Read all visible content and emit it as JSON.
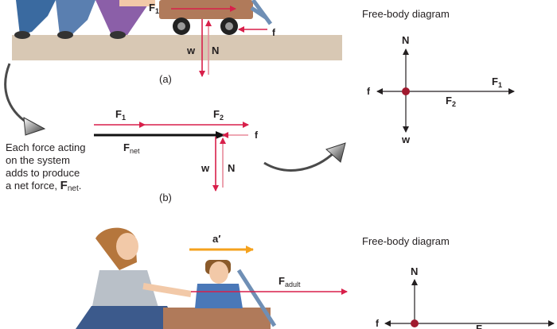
{
  "panel_a": {
    "label": "(a)",
    "forces": {
      "F1": {
        "main": "F",
        "sub": "1"
      },
      "f": "f",
      "w": "w",
      "N": "N"
    }
  },
  "panel_b": {
    "label": "(b)",
    "forces": {
      "F1": {
        "main": "F",
        "sub": "1"
      },
      "F2": {
        "main": "F",
        "sub": "2"
      },
      "Fnet": {
        "main": "F",
        "sub": "net"
      },
      "f": "f",
      "w": "w",
      "N": "N"
    },
    "caption": {
      "lines": [
        "Each force acting",
        "on the system",
        "adds to produce"
      ],
      "last_prefix": "a net force, ",
      "last_symbol": "F",
      "last_sub": "net",
      "last_suffix": "."
    }
  },
  "fbd_top": {
    "title": "Free-body diagram",
    "labels": {
      "N": "N",
      "w": "w",
      "f": "f",
      "F1": {
        "main": "F",
        "sub": "1"
      },
      "F2": {
        "main": "F",
        "sub": "2"
      }
    }
  },
  "panel_c": {
    "accel": "a′",
    "force": {
      "main": "F",
      "sub": "adult"
    }
  },
  "fbd_bottom": {
    "title": "Free-body diagram",
    "labels": {
      "N": "N",
      "f": "f",
      "F": "F"
    }
  },
  "colors": {
    "force_red": "#d81f4a",
    "pink": "#e88a9a",
    "accel_orange": "#f5a21d",
    "ground": "#d8c8b4",
    "wagon": "#b07a5a",
    "dot": "#a0192e",
    "arrow_grey": "#555555"
  }
}
